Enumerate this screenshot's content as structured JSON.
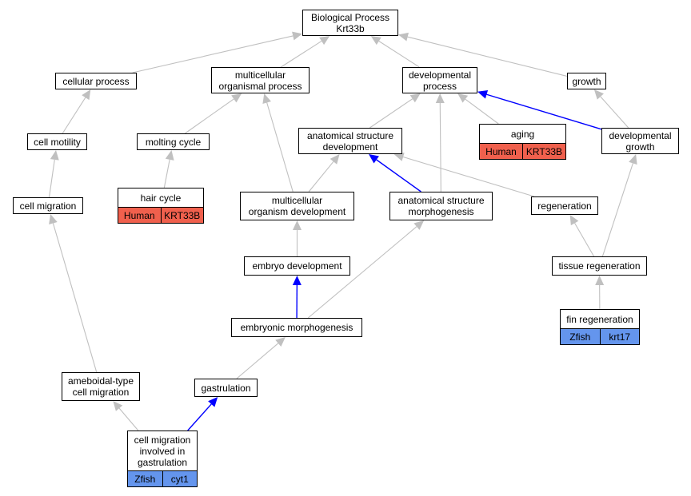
{
  "colors": {
    "edge_gray": "#c0c0c0",
    "edge_blue": "#0000ff",
    "human_fill": "#f0604d",
    "zfish_fill": "#6495ed"
  },
  "nodes": {
    "root": "Biological Process\nKrt33b",
    "cellular_process": "cellular process",
    "multicellular_organismal_process": "multicellular\norganismal process",
    "developmental_process": "developmental\nprocess",
    "growth": "growth",
    "cell_motility": "cell motility",
    "molting_cycle": "molting cycle",
    "anatomical_structure_development": "anatomical structure\ndevelopment",
    "developmental_growth": "developmental\ngrowth",
    "cell_migration": "cell migration",
    "multicellular_organism_development": "multicellular\norganism development",
    "anatomical_structure_morphogenesis": "anatomical structure\nmorphogenesis",
    "regeneration": "regeneration",
    "embryo_development": "embryo development",
    "tissue_regeneration": "tissue regeneration",
    "embryonic_morphogenesis": "embryonic morphogenesis",
    "ameboidal_type_cell_migration": "ameboidal-type\ncell migration",
    "gastrulation": "gastrulation"
  },
  "annotated_nodes": {
    "hair_cycle": {
      "label": "hair cycle",
      "species": "Human",
      "gene": "KRT33B"
    },
    "aging": {
      "label": "aging",
      "species": "Human",
      "gene": "KRT33B"
    },
    "fin_regeneration": {
      "label": "fin regeneration",
      "species": "Zfish",
      "gene": "krt17"
    },
    "cell_migration_in_gastrulation": {
      "label": "cell migration\ninvolved in\ngastrulation",
      "species": "Zfish",
      "gene": "cyt1"
    }
  },
  "edges": [
    {
      "from": "cellular_process",
      "to": "root",
      "color": "gray"
    },
    {
      "from": "multicellular_organismal_process",
      "to": "root",
      "color": "gray"
    },
    {
      "from": "developmental_process",
      "to": "root",
      "color": "gray"
    },
    {
      "from": "growth",
      "to": "root",
      "color": "gray"
    },
    {
      "from": "cell_motility",
      "to": "cellular_process",
      "color": "gray"
    },
    {
      "from": "molting_cycle",
      "to": "multicellular_organismal_process",
      "color": "gray"
    },
    {
      "from": "multicellular_organism_development",
      "to": "multicellular_organismal_process",
      "color": "gray"
    },
    {
      "from": "anatomical_structure_development",
      "to": "developmental_process",
      "color": "gray"
    },
    {
      "from": "anatomical_structure_morphogenesis",
      "to": "developmental_process",
      "color": "gray"
    },
    {
      "from": "aging",
      "to": "developmental_process",
      "color": "gray"
    },
    {
      "from": "developmental_growth",
      "to": "developmental_process",
      "color": "blue"
    },
    {
      "from": "developmental_growth",
      "to": "growth",
      "color": "gray"
    },
    {
      "from": "cell_migration",
      "to": "cell_motility",
      "color": "gray"
    },
    {
      "from": "hair_cycle",
      "to": "molting_cycle",
      "color": "gray"
    },
    {
      "from": "multicellular_organism_development",
      "to": "anatomical_structure_development",
      "color": "gray"
    },
    {
      "from": "anatomical_structure_morphogenesis",
      "to": "anatomical_structure_development",
      "color": "blue"
    },
    {
      "from": "regeneration",
      "to": "anatomical_structure_development",
      "color": "gray"
    },
    {
      "from": "tissue_regeneration",
      "to": "developmental_growth",
      "color": "gray"
    },
    {
      "from": "embryo_development",
      "to": "multicellular_organism_development",
      "color": "gray"
    },
    {
      "from": "tissue_regeneration",
      "to": "regeneration",
      "color": "gray"
    },
    {
      "from": "embryonic_morphogenesis",
      "to": "embryo_development",
      "color": "blue"
    },
    {
      "from": "embryonic_morphogenesis",
      "to": "anatomical_structure_morphogenesis",
      "color": "gray"
    },
    {
      "from": "fin_regeneration",
      "to": "tissue_regeneration",
      "color": "gray"
    },
    {
      "from": "ameboidal_type_cell_migration",
      "to": "cell_migration",
      "color": "gray"
    },
    {
      "from": "gastrulation",
      "to": "embryonic_morphogenesis",
      "color": "gray"
    },
    {
      "from": "cell_migration_in_gastrulation",
      "to": "ameboidal_type_cell_migration",
      "color": "gray"
    },
    {
      "from": "cell_migration_in_gastrulation",
      "to": "gastrulation",
      "color": "blue"
    }
  ]
}
